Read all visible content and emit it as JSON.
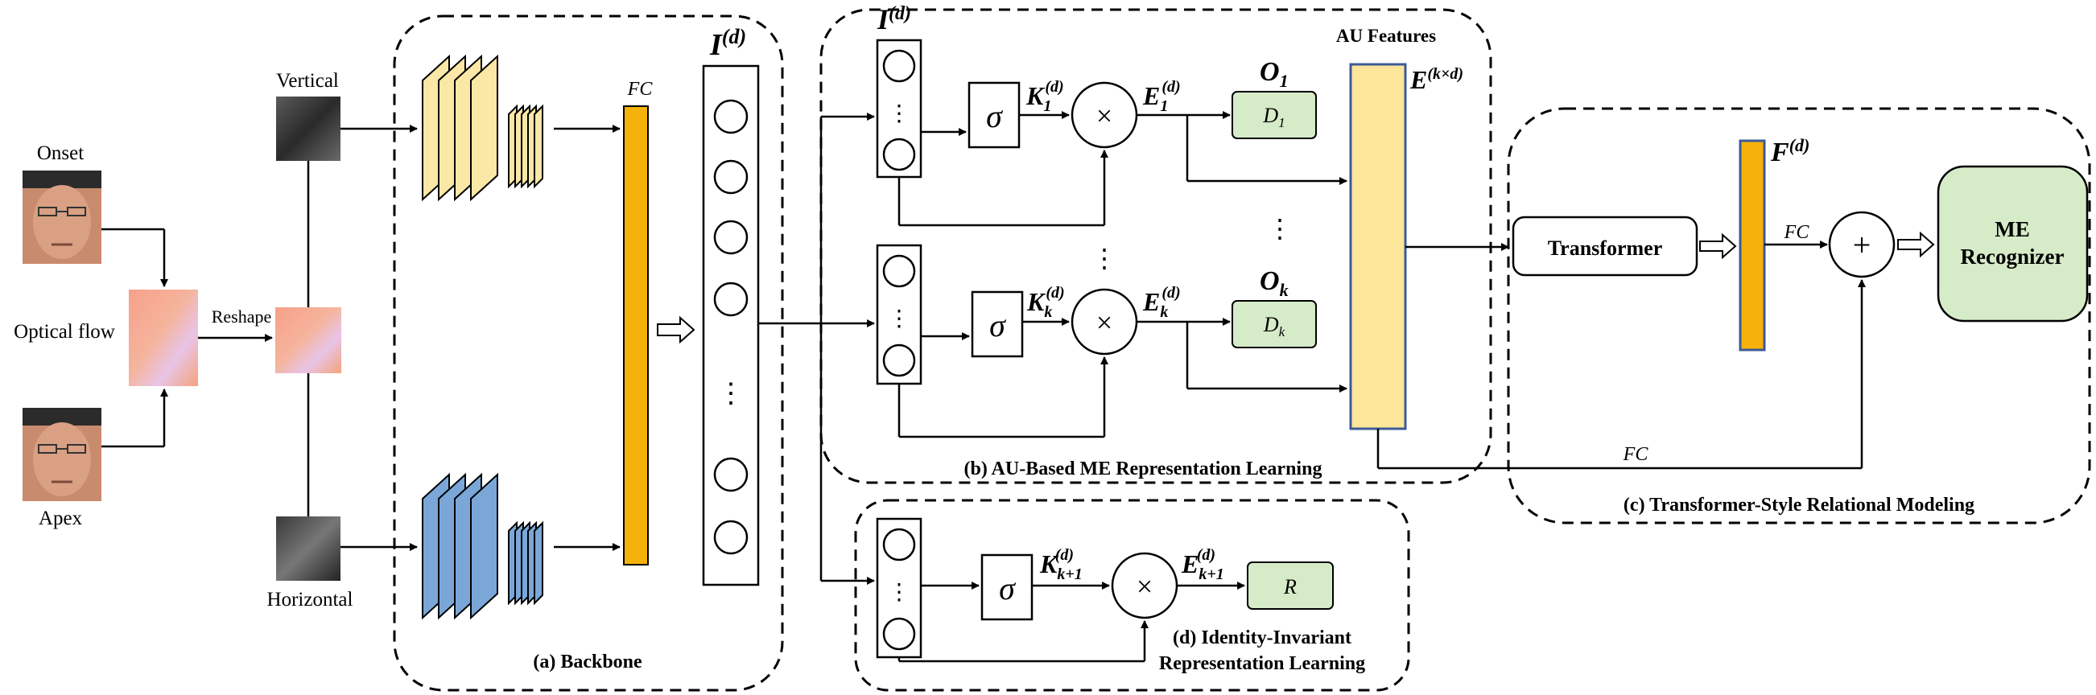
{
  "inputs": {
    "onset_label": "Onset",
    "optical_flow_label": "Optical flow",
    "apex_label": "Apex",
    "reshape_label": "Reshape",
    "vertical_label": "Vertical",
    "horizontal_label": "Horizontal"
  },
  "backbone": {
    "caption": "(a) Backbone",
    "fc_label": "FC",
    "feature_label": "I",
    "feature_sup": "(d)",
    "dots": "⋮"
  },
  "au_module": {
    "caption": "(b) AU-Based ME Representation Learning",
    "feature_label": "I",
    "feature_sup": "(d)",
    "sigma": "σ",
    "times": "×",
    "k1": "K",
    "k1_sub": "1",
    "k1_sup": "(d)",
    "e1": "E",
    "e1_sub": "1",
    "e1_sup": "(d)",
    "o1": "O",
    "o1_sub": "1",
    "d1": "D",
    "d1_sub": "1",
    "kk": "K",
    "kk_sub": "k",
    "kk_sup": "(d)",
    "ek": "E",
    "ek_sub": "k",
    "ek_sup": "(d)",
    "ok": "O",
    "ok_sub": "k",
    "dk": "D",
    "dk_sub": "k",
    "au_features_label": "AU Features",
    "e_label": "E",
    "e_sup": "(k×d)",
    "dots": "⋮"
  },
  "identity_module": {
    "caption_line1": "(d) Identity-Invariant",
    "caption_line2": "Representation Learning",
    "sigma": "σ",
    "times": "×",
    "k_label": "K",
    "k_sub": "k+1",
    "k_sup": "(d)",
    "e_label": "E",
    "e_sub": "k+1",
    "e_sup": "(d)",
    "r_label": "R",
    "dots": "⋮"
  },
  "relational_module": {
    "caption": "(c) Transformer-Style Relational Modeling",
    "transformer_label": "Transformer",
    "f_label": "F",
    "f_sup": "(d)",
    "fc_label": "FC",
    "fc_bottom_label": "FC",
    "plus": "+",
    "recognizer_line1": "ME",
    "recognizer_line2": "Recognizer"
  },
  "colors": {
    "yellow_conv": "#fbe7a6",
    "blue_conv": "#7aa7d8",
    "fc_orange": "#f6b20a",
    "au_features": "#fde59a",
    "green_box": "#d6ebc8"
  }
}
